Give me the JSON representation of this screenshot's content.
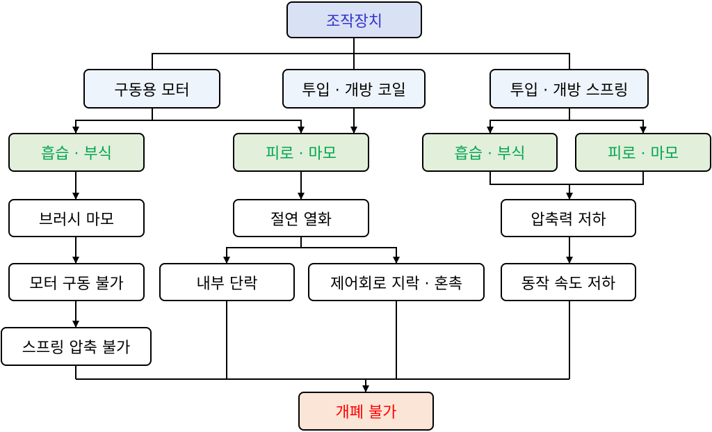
{
  "root": "조작장치",
  "components": {
    "motor": "구동용 모터",
    "coil": "투입 · 개방 코일",
    "spring": "투입 · 개방 스프링"
  },
  "mechanisms": {
    "left": "흡습 · 부식",
    "center": "피로 · 마모",
    "right_a": "흡습 · 부식",
    "right_b": "피로 · 마모"
  },
  "effects": {
    "brush_wear": "브러시 마모",
    "insulation": "절연 열화",
    "compression": "압축력 저하",
    "motor_fail": "모터 구동 불가",
    "internal_break": "내부 단락",
    "ground_short": "제어회로 지락 · 혼촉",
    "speed_drop": "동작 속도 저하",
    "spring_fail": "스프링 압축 불가"
  },
  "result": "개폐 불가",
  "colors": {
    "root_fill": "#d9e1f4",
    "root_text": "#3333cc",
    "top_fill": "#eef4fb",
    "mechanism_fill": "#e2efda",
    "mechanism_text": "#00a651",
    "result_fill": "#fbe5d6",
    "result_text": "#ff0000"
  }
}
